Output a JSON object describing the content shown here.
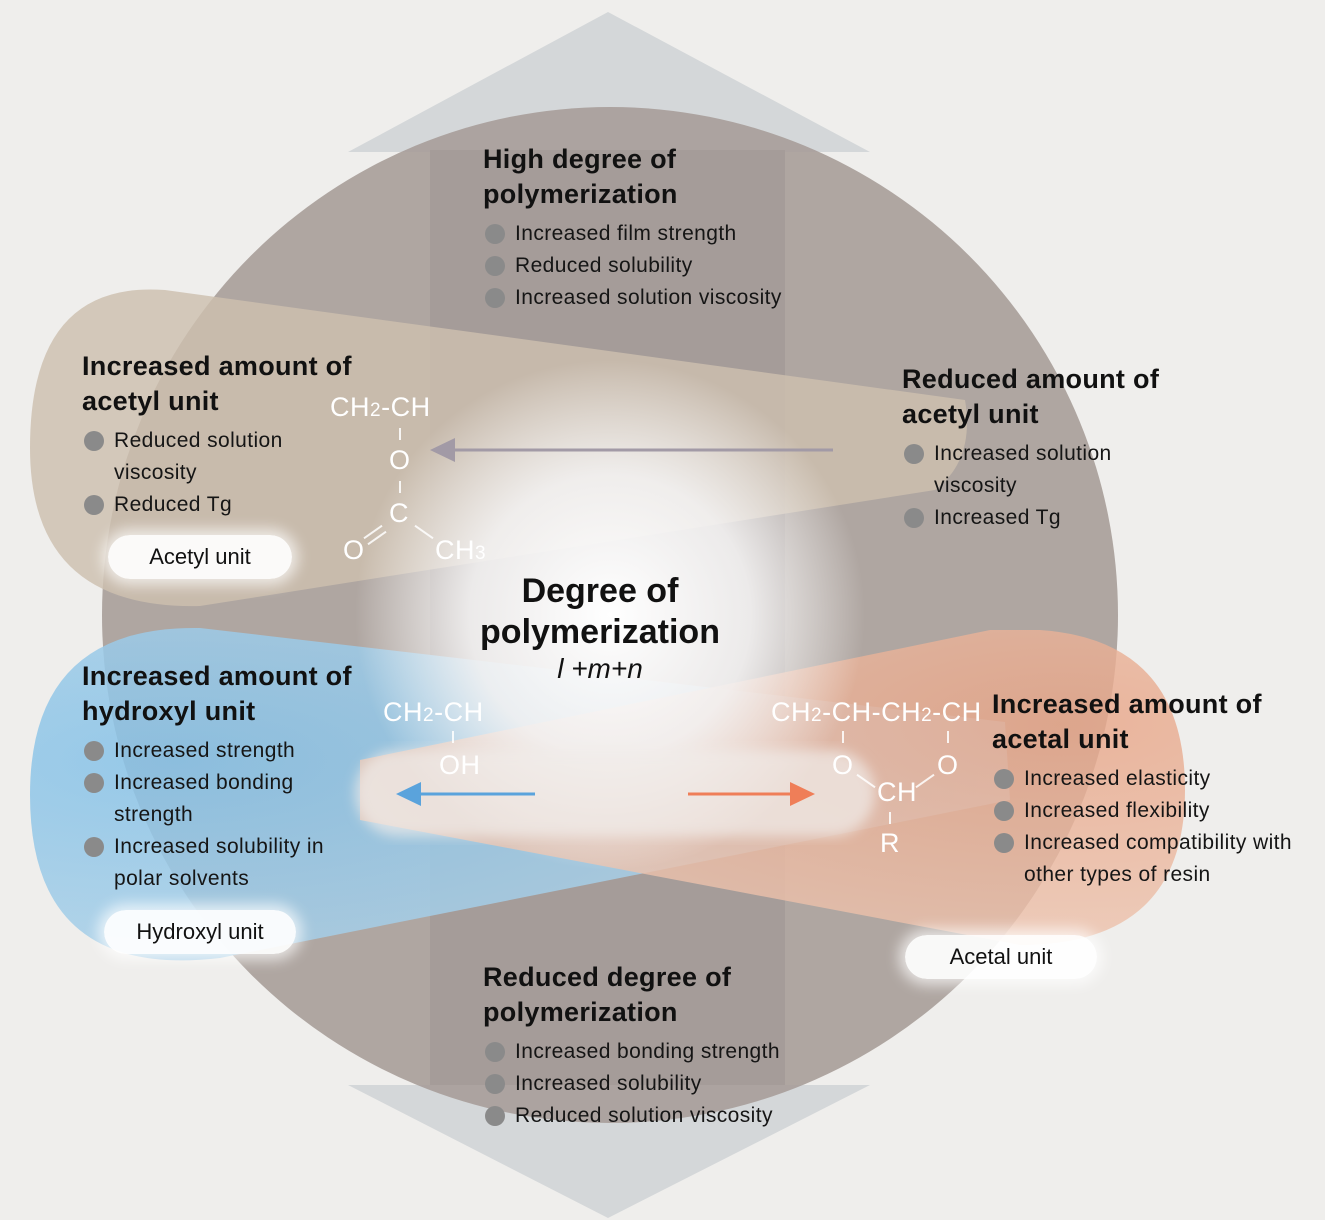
{
  "colors": {
    "background": "#efeeec",
    "arrow": "#d3d6d8",
    "center_circle": "#a89e9a",
    "acetyl_lobe": "#cbbba6",
    "hydroxyl_lobe": "#9ccbe9",
    "acetal_lobe": "#ebb89d",
    "hydroxyl_arrow": "#5aa3dc",
    "acetal_arrow": "#ef7e58",
    "acetyl_arrow": "#a29aa6"
  },
  "top": {
    "title": "High degree of polymerization",
    "items": [
      "Increased film strength",
      "Reduced solubility",
      "Increased solution viscosity"
    ]
  },
  "bottom": {
    "title": "Reduced degree of polymerization",
    "items": [
      "Increased bonding strength",
      "Increased solubility",
      "Reduced solution viscosity"
    ]
  },
  "acetyl_increase": {
    "title": "Increased amount of acetyl unit",
    "items": [
      "Reduced solution viscosity",
      "Reduced Tg"
    ],
    "unit_label": "Acetyl unit"
  },
  "acetyl_reduce": {
    "title": "Reduced amount of acetyl unit",
    "items": [
      "Increased solution viscosity",
      "Increased Tg"
    ]
  },
  "hydroxyl": {
    "title": "Increased amount of hydroxyl unit",
    "items": [
      "Increased strength",
      "Increased bonding strength",
      "Increased solubility in polar solvents"
    ],
    "unit_label": "Hydroxyl unit"
  },
  "acetal": {
    "title": "Increased amount of acetal unit",
    "items": [
      "Increased elasticity",
      "Increased flexibility",
      "Increased compatibility with other types of resin"
    ],
    "unit_label": "Acetal unit"
  },
  "center": {
    "title": "Degree of polymerization",
    "formula": "l +m+n"
  },
  "chem": {
    "acetyl_chain": "CH2-CH",
    "acetyl_o": "O",
    "acetyl_c": "C",
    "acetyl_o2": "O",
    "acetyl_ch3": "CH3",
    "hydroxyl_chain": "CH2-CH",
    "hydroxyl_oh": "OH",
    "acetal_chain": "CH2-CH-CH2-CH",
    "acetal_o1": "O",
    "acetal_o2": "O",
    "acetal_ch": "CH",
    "acetal_r": "R"
  }
}
